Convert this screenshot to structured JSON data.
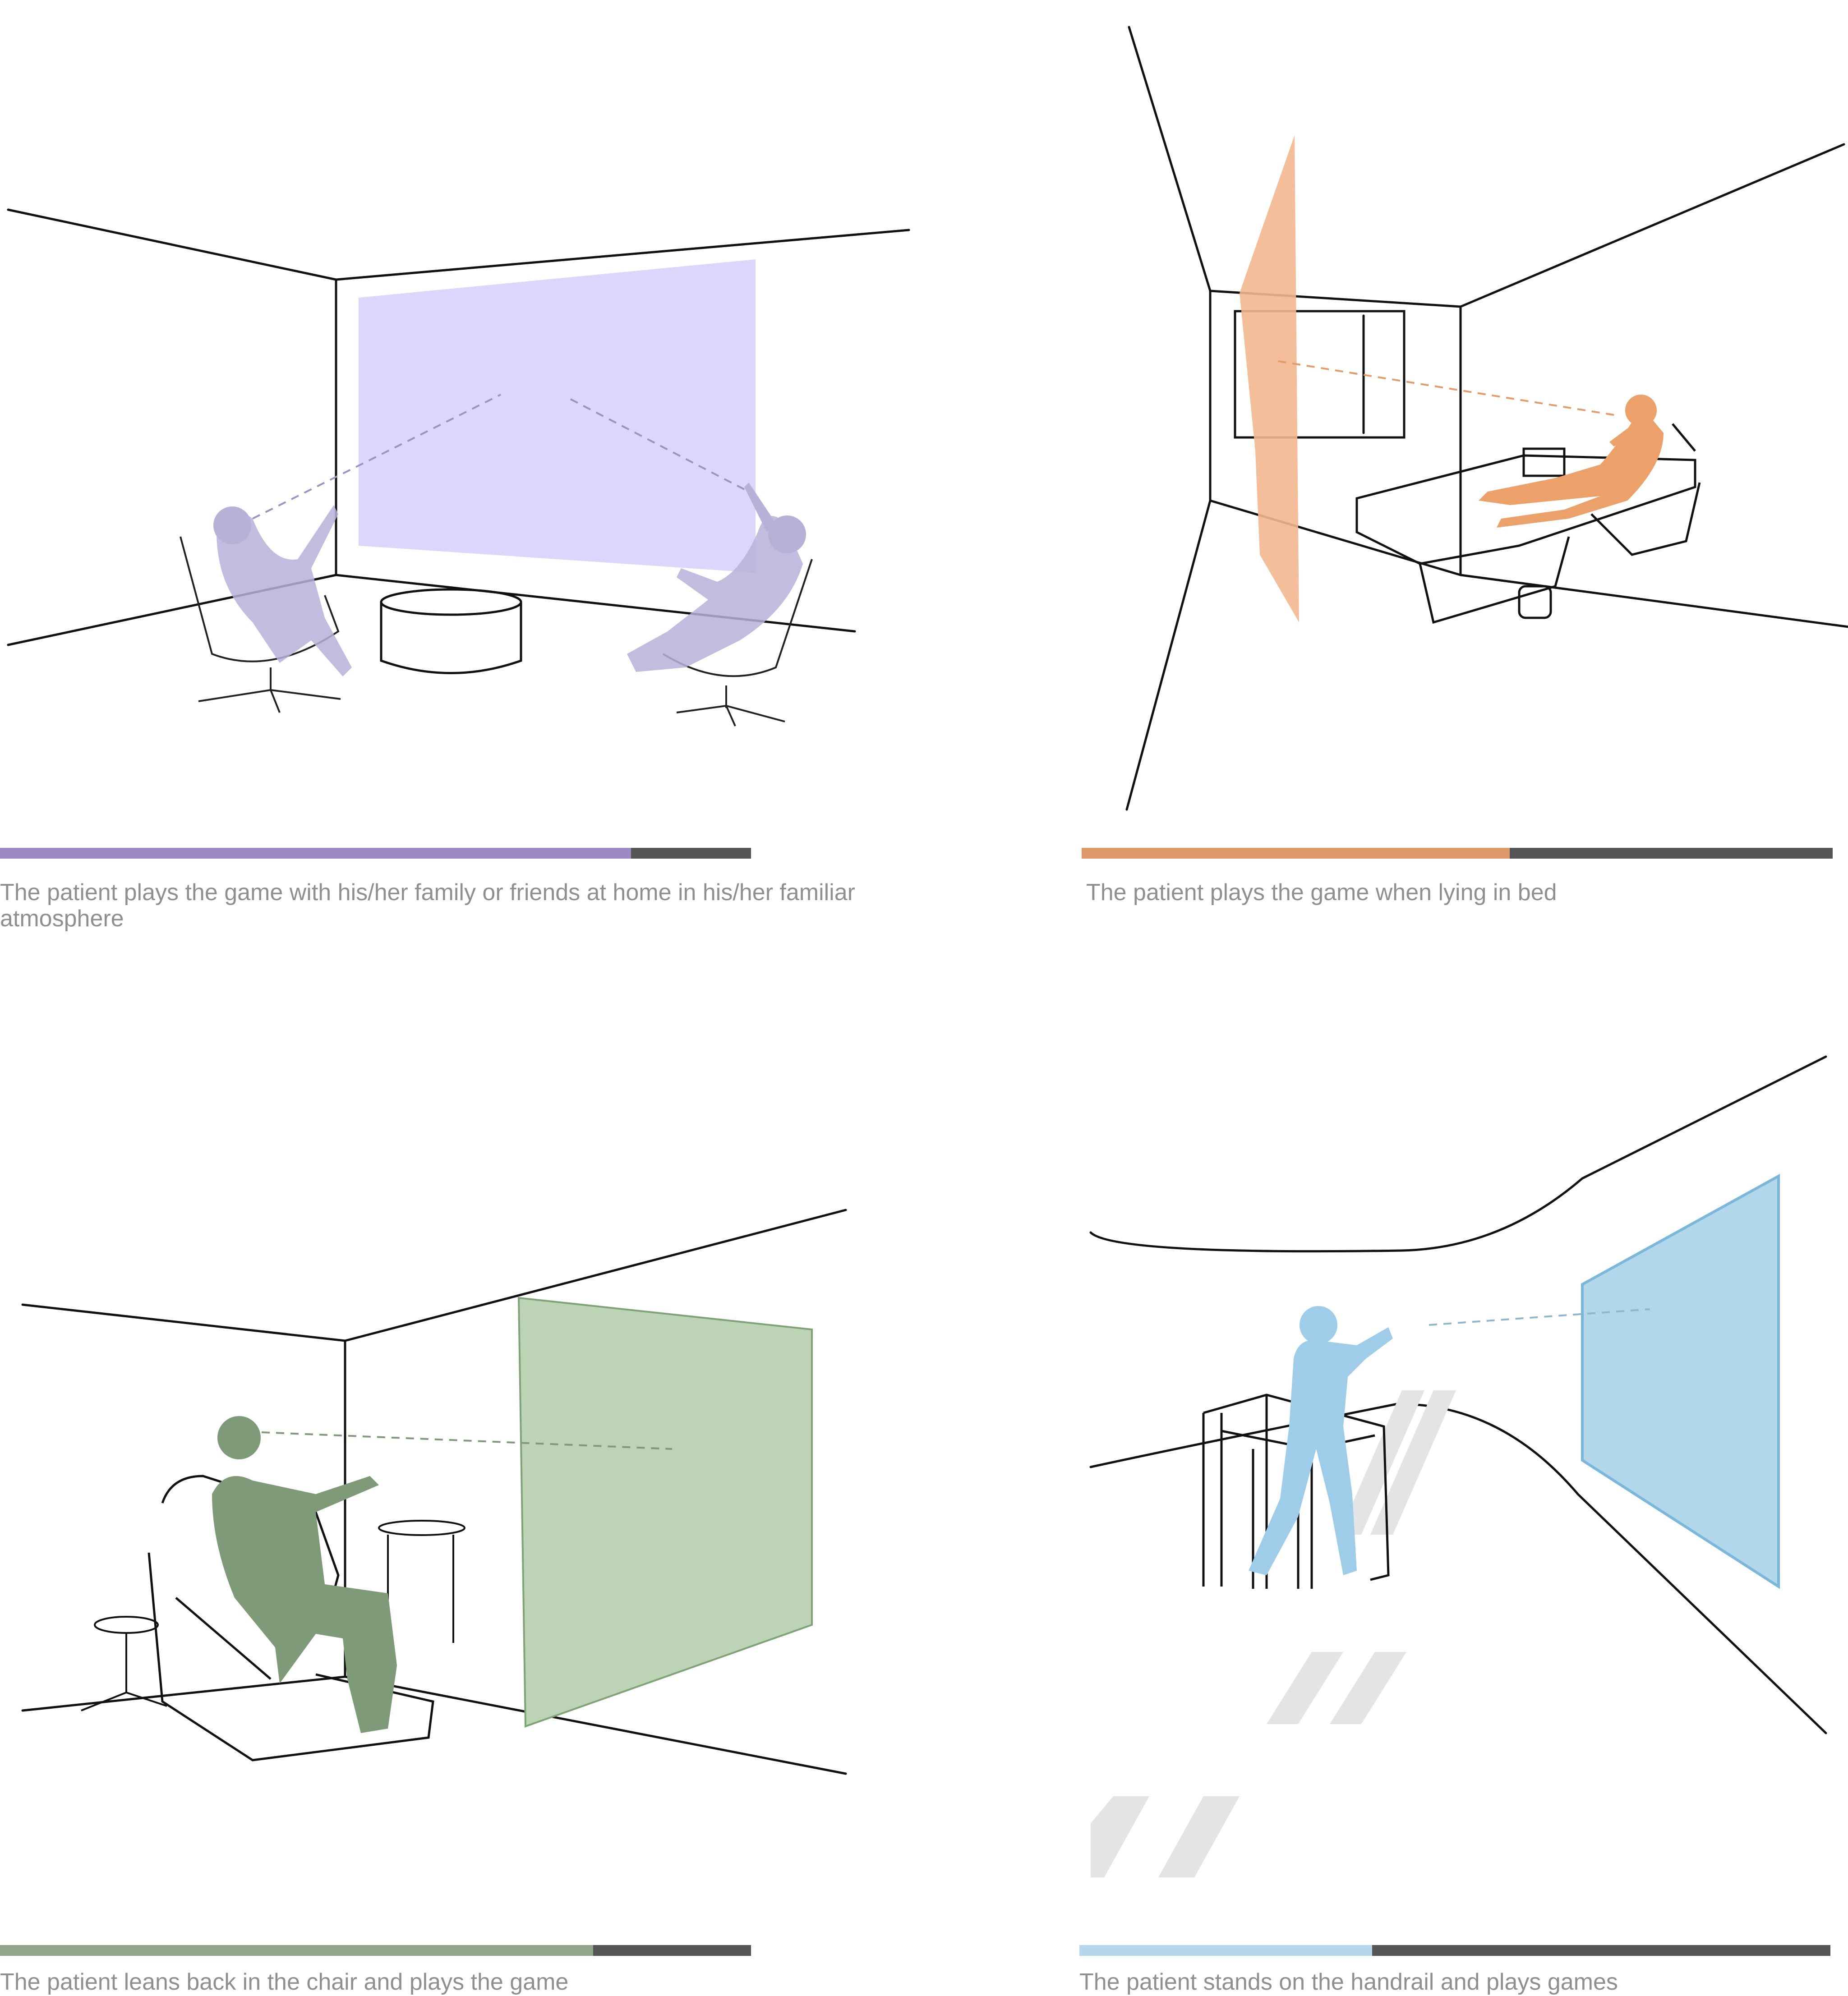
{
  "panels": [
    {
      "caption": " The patient plays the game with his/her family or friends at home in his/her familiar atmosphere",
      "progress": 0.84,
      "accent": "#9b8ac4",
      "screen_fill": "#ddd5fb",
      "figure_fill": "#b9b0d8",
      "icon": "home-living-room-scene-icon"
    },
    {
      "caption": "The patient plays the game when lying in bed",
      "progress": 0.57,
      "accent": "#e0986a",
      "screen_fill": "#f2b78e",
      "figure_fill": "#eca06a",
      "icon": "hospital-bed-scene-icon"
    },
    {
      "caption": "The patient leans back in the chair and plays the game",
      "progress": 0.79,
      "accent": "#8fa688",
      "screen_fill": "#bcd3b5",
      "figure_fill": "#7f9a78",
      "icon": "recliner-chair-scene-icon"
    },
    {
      "caption": "The patient stands on the handrail and plays games",
      "progress": 0.39,
      "accent": "#b5d6ec",
      "screen_fill": "#b2d6ea",
      "figure_fill": "#9fcde9",
      "icon": "handrail-corridor-scene-icon"
    }
  ]
}
